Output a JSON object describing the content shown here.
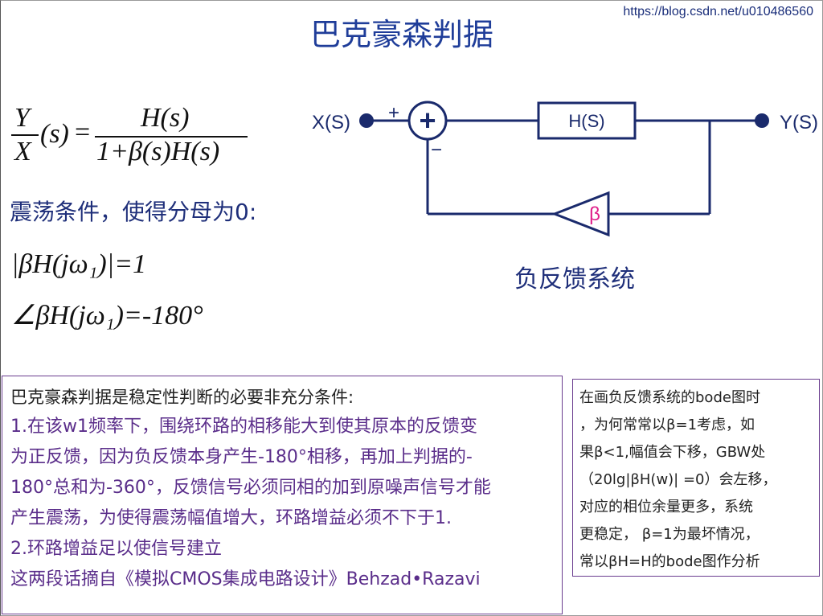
{
  "title": "巴克豪森判据",
  "url": "https://blog.csdn.net/u010486560",
  "formula": {
    "lhs_num": "Y",
    "lhs_den": "X",
    "lhs_arg": "(s)",
    "eq": "=",
    "rhs_num": "H(s)",
    "rhs_den": "1+β(s)H(s)"
  },
  "oscillation_condition": "震荡条件，使得分母为0:",
  "magnitude_condition": "|βH(jω₁)|=1",
  "phase_condition": "∠βH(jω₁)=-180°",
  "diagram": {
    "input_label": "X(S)",
    "output_label": "Y(S)",
    "forward_block": "H(S)",
    "feedback_block": "β",
    "plus_sign": "+",
    "minus_sign": "−",
    "summer_symbol": "+",
    "feedback_color": "#e0208a",
    "line_color": "#1a2a6c"
  },
  "caption": "负反馈系统",
  "left_box": {
    "heading": "巴克豪森判据是稳定性判断的必要非充分条件:",
    "lines": [
      "1.在该w1频率下，围绕环路的相移能大到使其原本的反馈变",
      "为正反馈，因为负反馈本身产生-180°相移，再加上判据的-",
      "180°总和为-360°，反馈信号必须同相的加到原噪声信号才能",
      "产生震荡，为使得震荡幅值增大，环路增益必须不下于1.",
      "2.环路增益足以使信号建立",
      "这两段话摘自《模拟CMOS集成电路设计》Behzad•Razavi"
    ]
  },
  "right_box": {
    "lines": [
      "在画负反馈系统的bode图时",
      "，为何常常以β=1考虑，如",
      "果β<1,幅值会下移，GBW处",
      "（20lg|βH(w)| =0）会左移，",
      "对应的相位余量更多，系统",
      "更稳定， β=1为最坏情况，",
      "常以βH=H的bode图作分析"
    ]
  }
}
